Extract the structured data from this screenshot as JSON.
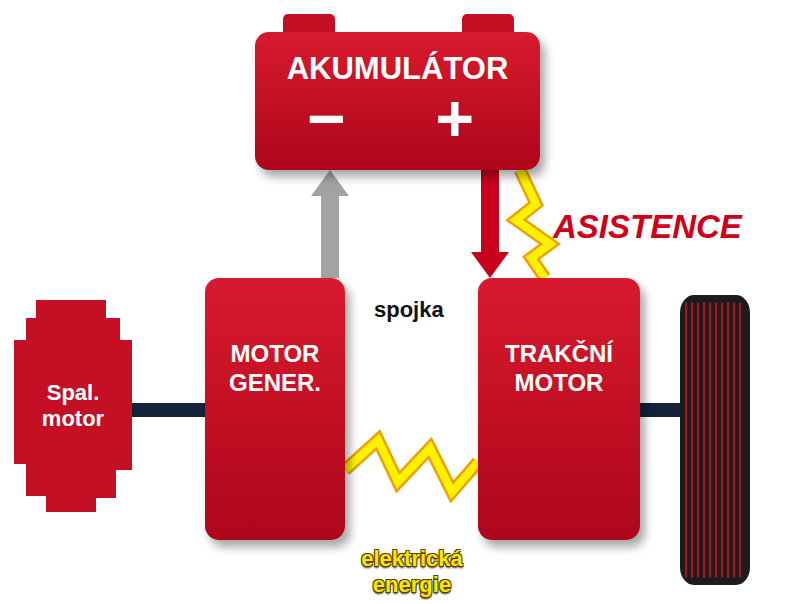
{
  "diagram": {
    "nodes": [
      {
        "text": [
          "AKUMULÁTOR",
          "−",
          "+"
        ]
      },
      {
        "text": [
          "Spal. motor"
        ]
      },
      {
        "text": [
          "MOTOR GENER."
        ]
      },
      {
        "text": [
          "TRAKČNÍ MOTOR"
        ]
      },
      {
        "text": [
          "Kola"
        ]
      }
    ],
    "edges": [
      {
        "from": 2,
        "to": 0,
        "arrow": "to"
      },
      {
        "from": 0,
        "to": 3,
        "arrow": "to"
      },
      {
        "from": 0,
        "to": 3,
        "label": "ASISTENCE",
        "arrow": "none"
      },
      {
        "from": 1,
        "to": 2,
        "arrow": "none"
      },
      {
        "from": 2,
        "to": 3,
        "label": "elektrická energie",
        "arrow": "none"
      },
      {
        "from": 3,
        "to": 4,
        "arrow": "none"
      }
    ],
    "labels": [
      "spojka"
    ]
  }
}
